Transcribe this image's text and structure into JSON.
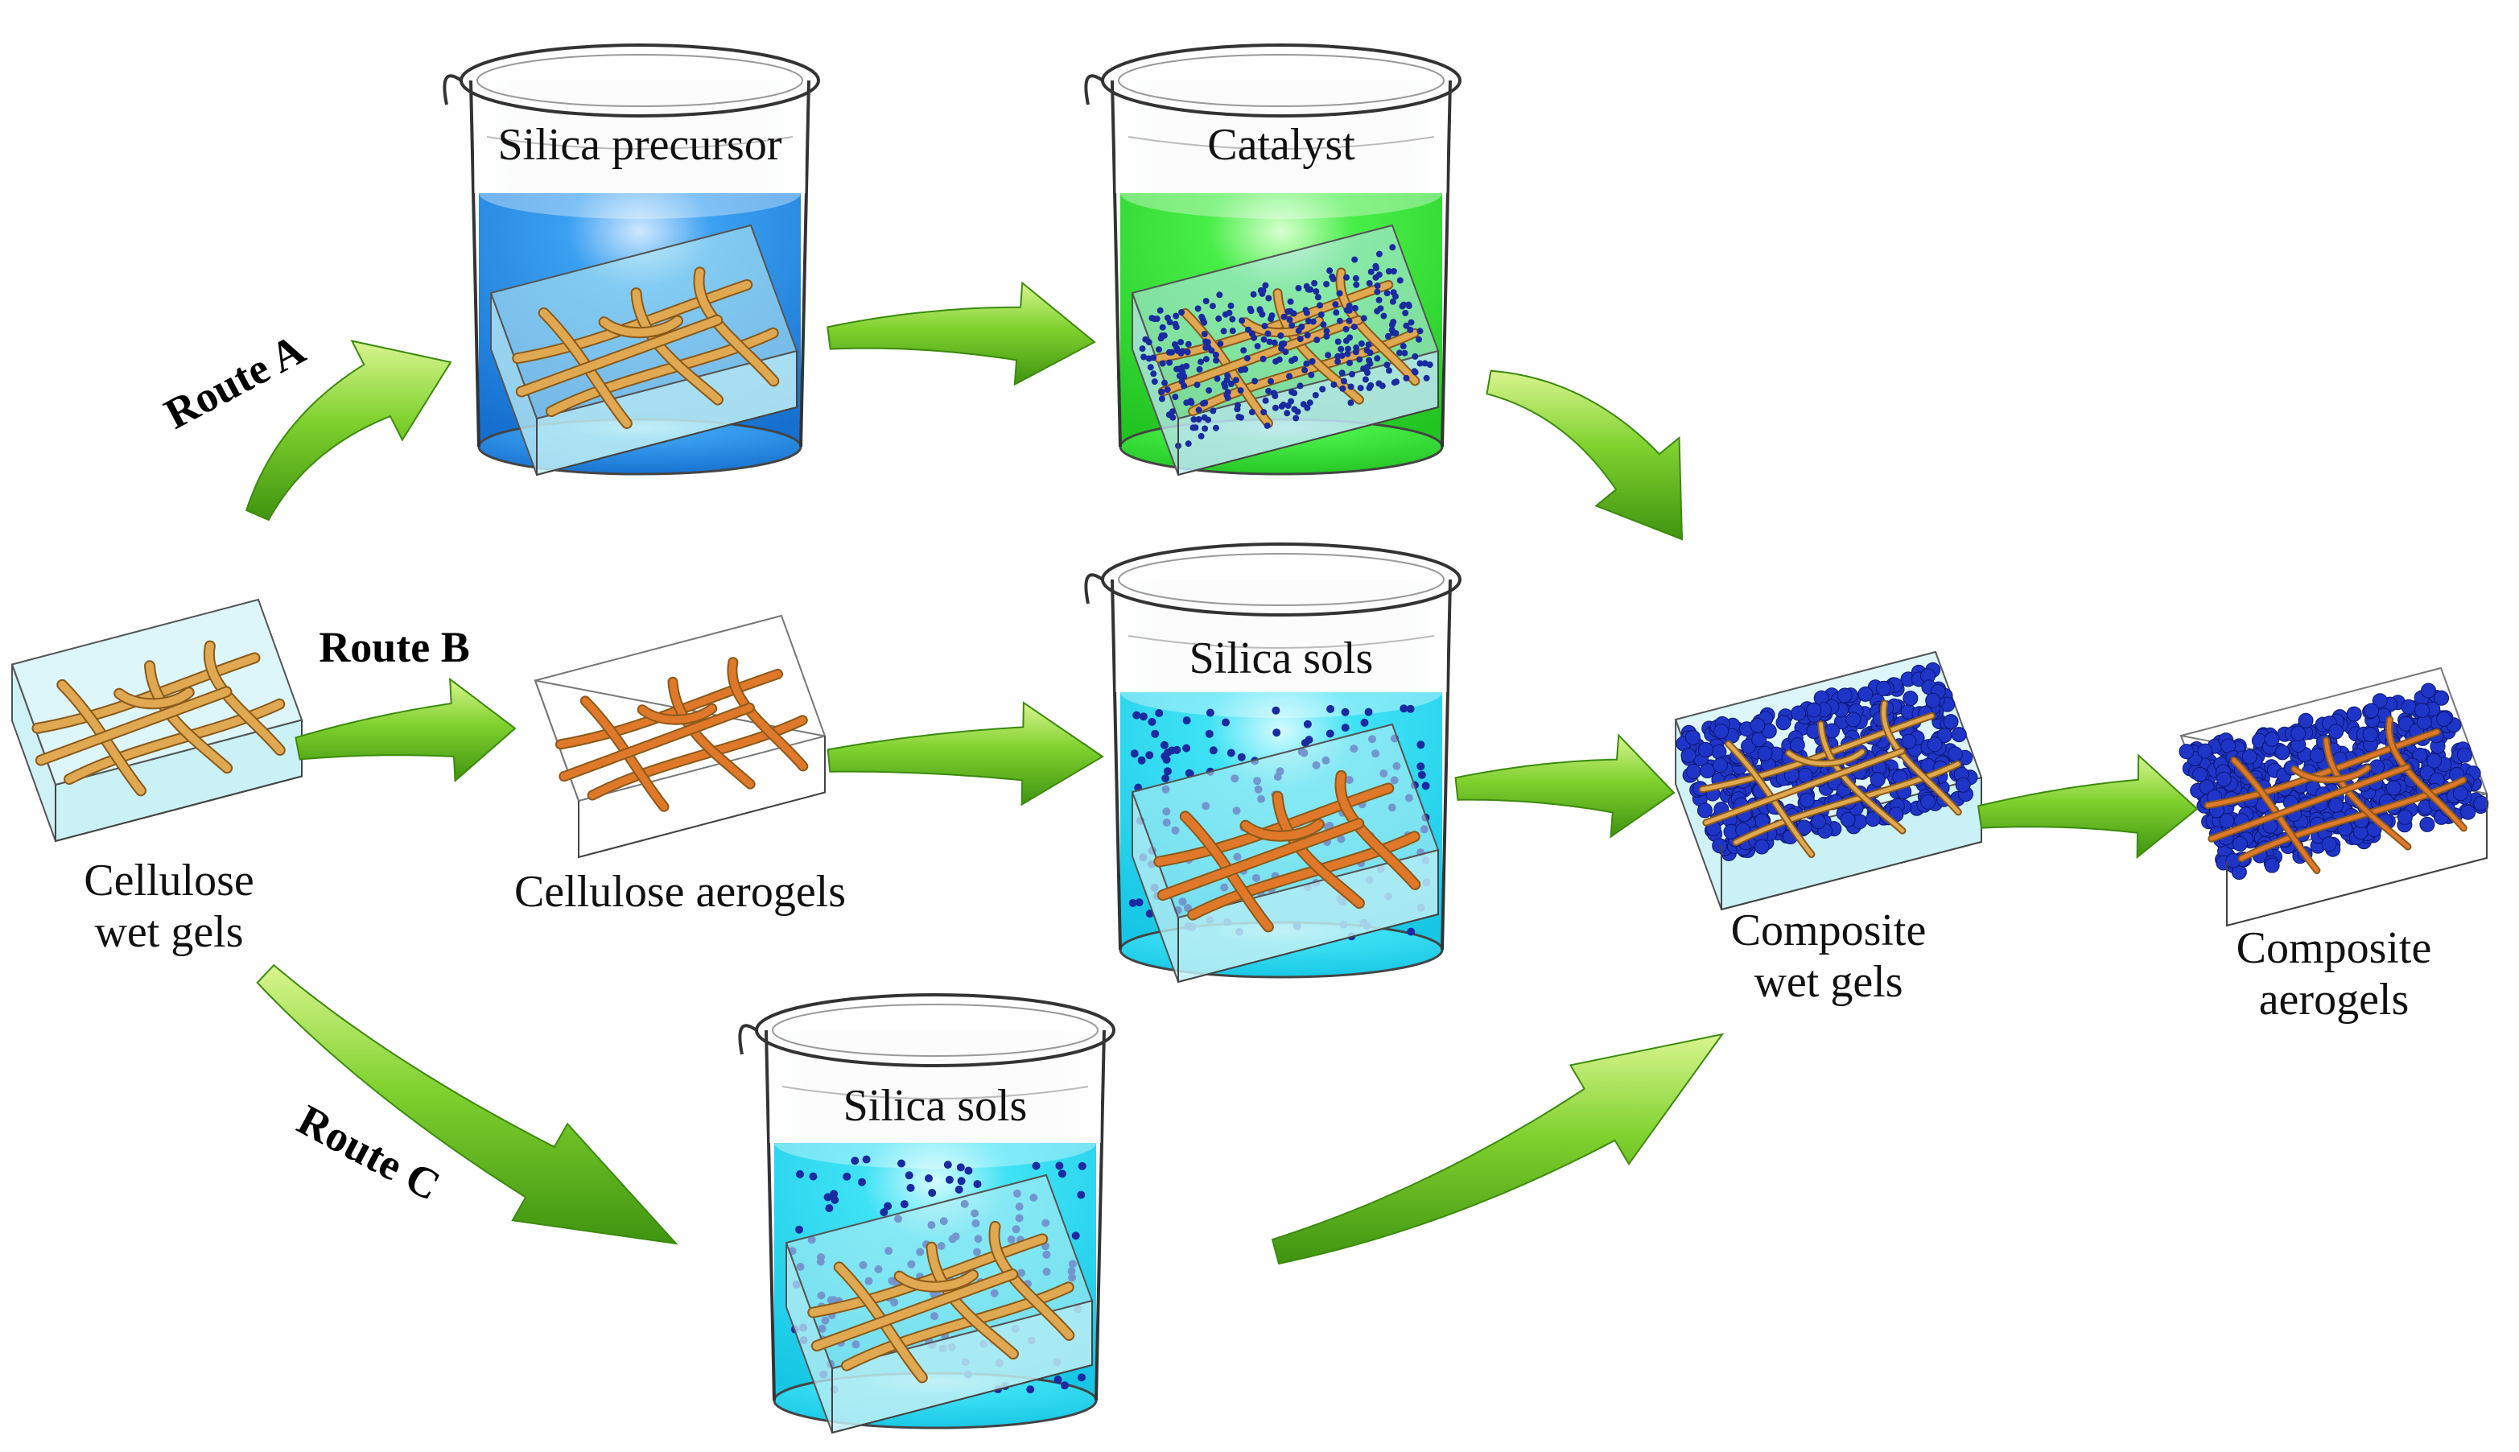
{
  "routes": {
    "a": "Route A",
    "b": "Route B",
    "c": "Route C"
  },
  "beakers": {
    "silica_precursor": "Silica precursor",
    "catalyst": "Catalyst",
    "silica_sols_mid": "Silica sols",
    "silica_sols_bottom": "Silica sols"
  },
  "stages": {
    "cellulose_wet_gels": [
      "Cellulose",
      "wet gels"
    ],
    "cellulose_aerogels": "Cellulose aerogels",
    "composite_wet_gels": [
      "Composite",
      "wet gels"
    ],
    "composite_aerogels": [
      "Composite",
      "aerogels"
    ]
  },
  "colors": {
    "arrow_green": "#5fbf1f",
    "precursor_liquid": "#1f8de0",
    "catalyst_liquid": "#33e033",
    "sol_liquid": "#24d8ee",
    "gel_box": "#bfeef4",
    "fiber_wet": "#e0a850",
    "fiber_dry": "#e0782a",
    "silica_network": "#1f35c8",
    "silica_particle": "#1a2aa0"
  },
  "icons": {
    "arrow": "curved-green-arrow",
    "beaker": "glass-beaker",
    "gel_block": "gel-cube"
  }
}
